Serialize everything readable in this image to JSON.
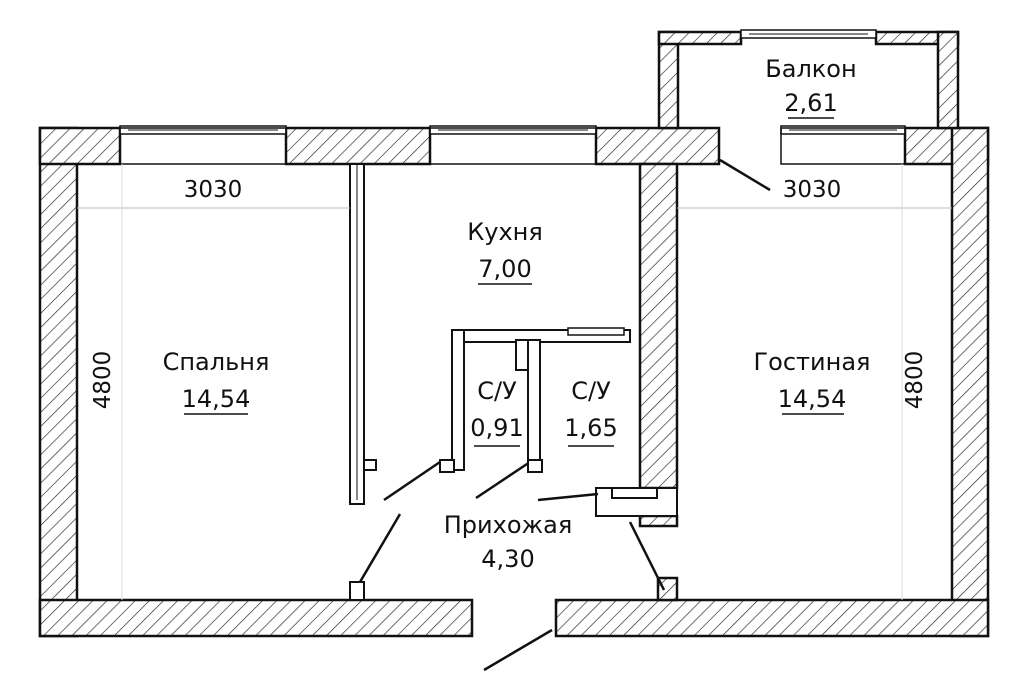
{
  "rooms": {
    "bedroom": {
      "name": "Спальня",
      "area": "14,54"
    },
    "kitchen": {
      "name": "Кухня",
      "area": "7,00"
    },
    "living": {
      "name": "Гостиная",
      "area": "14,54"
    },
    "balcony": {
      "name": "Балкон",
      "area": "2,61"
    },
    "wc1": {
      "name": "С/У",
      "area": "0,91"
    },
    "wc2": {
      "name": "С/У",
      "area": "1,65"
    },
    "hall": {
      "name": "Прихожая",
      "area": "4,30"
    }
  },
  "dimensions": {
    "bedroom_width": "3030",
    "bedroom_depth": "4800",
    "living_width": "3030",
    "living_depth": "4800"
  }
}
